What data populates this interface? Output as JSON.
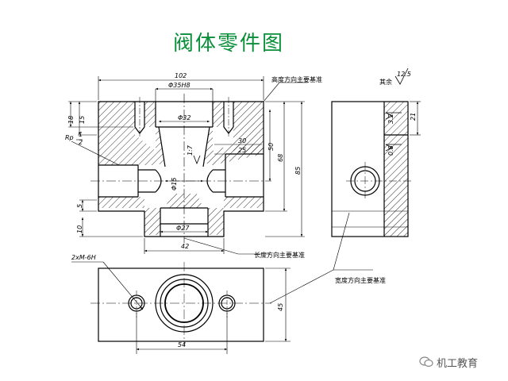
{
  "title": "阀体零件图",
  "dimensions": {
    "overall_length": "102",
    "bore_main": "Φ35H8",
    "bore_mid": "Φ32",
    "bore_center": "Φ15",
    "bore_bottom": "Φ27",
    "bottom_boss_width": "42",
    "hole_spacing": "54",
    "height_85": "85",
    "height_68": "68",
    "height_50": "50",
    "height_30": "30",
    "height_25": "25",
    "height_18": "18",
    "height_15": "15",
    "height_5": "5",
    "height_10": "10",
    "side_21": "21",
    "top_45": "45",
    "taper": "1:7",
    "thread": "Rp",
    "thread_num": "1",
    "thread_den": "2",
    "holes": "2xM-6H",
    "roughness_32": "3.2",
    "roughness_08": "0.8",
    "roughness_rest": "其余",
    "roughness_125": "12.5"
  },
  "annotations": {
    "height_datum": "高度方向主要基准",
    "length_datum": "长度方向主要基准",
    "width_datum": "宽度方向主要基准"
  },
  "watermark": "机工教育",
  "colors": {
    "title": "#0b8f3a",
    "line": "#000000",
    "hatch": "#000000"
  }
}
